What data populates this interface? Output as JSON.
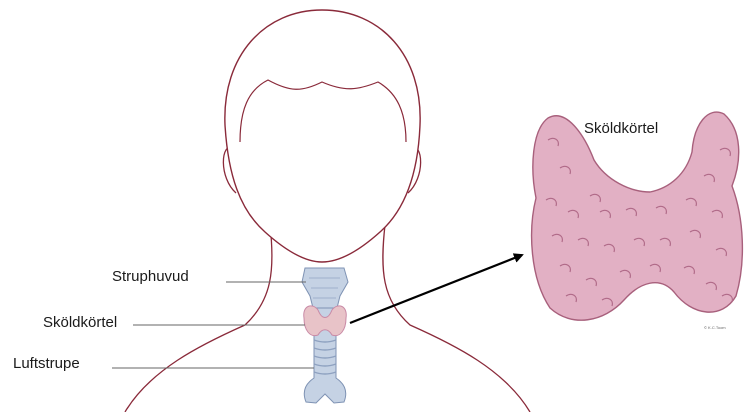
{
  "labels": {
    "larynx": "Struphuvud",
    "thyroid_gland": "Sköldkörtel",
    "trachea": "Luftstrupe",
    "zoom_title": "Sköldkörtel"
  },
  "credit": "© K.C.Toom",
  "colors": {
    "outline": "#8a2a3a",
    "gland_fill": "#e2b0c4",
    "gland_shade": "#c98aa6",
    "trachea_fill": "#c5d2e4",
    "trachea_stroke": "#7f93b4",
    "leader": "#666666",
    "arrow": "#000000"
  }
}
